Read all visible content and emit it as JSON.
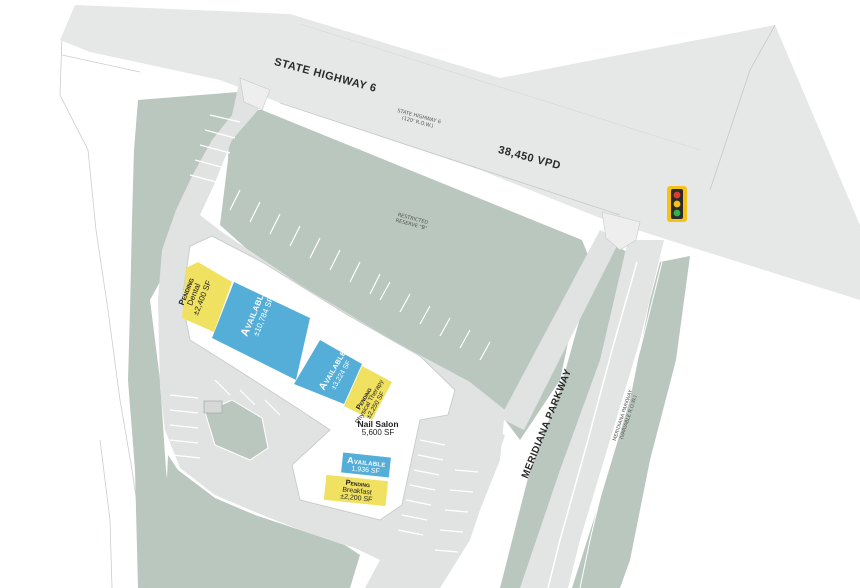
{
  "roads": {
    "highway": "STATE HIGHWAY 6",
    "highway_small": [
      "STATE HIGHWAY 6",
      "(120' R.O.W.)"
    ],
    "traffic_count": "38,450 VPD",
    "parkway": "MERIDIANA PARKWAY",
    "parkway_small": [
      "MERIDIANA PARKWAY",
      "(VARIABLE R.O.W.)"
    ]
  },
  "reserve_label": [
    "RESTRICTED",
    "RESERVE \"B\""
  ],
  "spaces": [
    {
      "status": "Pending",
      "tenant": "Dental",
      "size": "±2,400 SF",
      "color": "#f0e260"
    },
    {
      "status": "Available",
      "tenant": "",
      "size": "±10,784 SF",
      "color": "#55aed8"
    },
    {
      "status": "Available",
      "tenant": "",
      "size": "±3,224 SF",
      "color": "#55aed8"
    },
    {
      "status": "Pending",
      "tenant": "Physical Therapy",
      "size": "±2,250 SF",
      "color": "#f0e260"
    },
    {
      "status": "Nail Salon",
      "tenant": "",
      "size": "5,600 SF",
      "color": "#ffffff"
    },
    {
      "status": "Available",
      "tenant": "",
      "size": "1,936 SF",
      "color": "#55aed8"
    },
    {
      "status": "Pending",
      "tenant": "Breakfast",
      "size": "±2,200 SF",
      "color": "#f0e260"
    }
  ],
  "colors": {
    "road": "#e7e9e8",
    "green": "#b9c7be",
    "pavement": "#e1e3e2",
    "available": "#55aed8",
    "pending": "#f0e260",
    "traffic_light": "#f4c21b"
  },
  "icons": [
    "traffic-light-icon"
  ]
}
